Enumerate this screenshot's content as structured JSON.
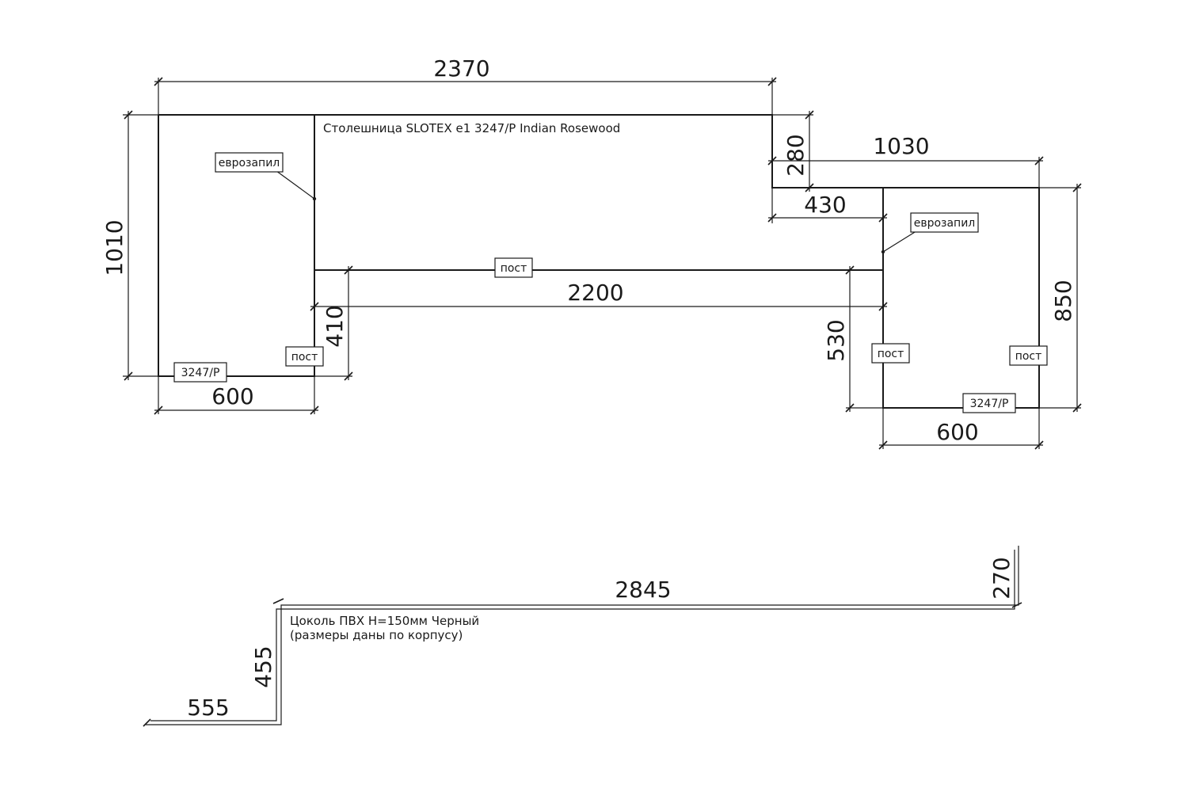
{
  "dimensions": {
    "top_width": "2370",
    "left_height": "1010",
    "step_height": "280",
    "right_width": "1030",
    "step_width": "430",
    "inner_length": "2200",
    "left_depth": "410",
    "right_inner_depth": "530",
    "right_height": "850",
    "left_bottom_width": "600",
    "right_bottom_width": "600",
    "plinth_long": "2845",
    "plinth_right": "270",
    "plinth_vertical": "455",
    "plinth_short": "555"
  },
  "notes": {
    "countertop": "Столешница SLOTEX e1 3247/P Indian Rosewood",
    "plinth_line1": "Цоколь ПВХ H=150мм Черный",
    "plinth_line2": "(размеры даны по корпусу)"
  },
  "tags": {
    "eurozapil_left": "еврозапил",
    "eurozapil_right": "еврозапил",
    "post_center": "пост",
    "post_left": "пост",
    "post_right_inner": "пост",
    "post_right_outer": "пост",
    "edge_left": "3247/P",
    "edge_right": "3247/P"
  }
}
